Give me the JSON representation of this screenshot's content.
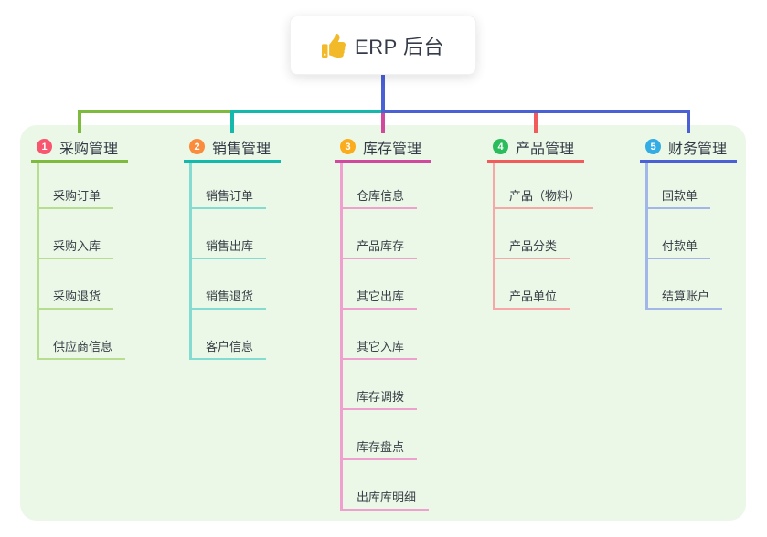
{
  "root": {
    "label": "ERP 后台",
    "icon": "thumbs-up-icon"
  },
  "colors": {
    "page_bg": "#FFFFFF",
    "panel_bg": "#EBF7E7",
    "root_connector": "#4A60D4",
    "root_text": "#353B48",
    "branch_text": "#333A45",
    "child_text": "#3A4148",
    "icon_gold": "#F2B929"
  },
  "branches": [
    {
      "index": "1",
      "label": "采购管理",
      "badge_color": "#F8566F",
      "line_color": "#7EBA3E",
      "child_line_color": "#B7DD90",
      "children": [
        "采购订单",
        "采购入库",
        "采购退货",
        "供应商信息"
      ]
    },
    {
      "index": "2",
      "label": "销售管理",
      "badge_color": "#FA8C3C",
      "line_color": "#14B9AC",
      "child_line_color": "#84DBD2",
      "children": [
        "销售订单",
        "销售出库",
        "销售退货",
        "客户信息"
      ]
    },
    {
      "index": "3",
      "label": "库存管理",
      "badge_color": "#FBAC1C",
      "line_color": "#D1499E",
      "child_line_color": "#F0A0CE",
      "children": [
        "仓库信息",
        "产品库存",
        "其它出库",
        "其它入库",
        "库存调拨",
        "库存盘点",
        "出库库明细"
      ]
    },
    {
      "index": "4",
      "label": "产品管理",
      "badge_color": "#2BBC5C",
      "line_color": "#F25B5B",
      "child_line_color": "#F8A6A6",
      "children": [
        "产品（物料）",
        "产品分类",
        "产品单位"
      ]
    },
    {
      "index": "5",
      "label": "财务管理",
      "badge_color": "#34ACE4",
      "line_color": "#4A60D4",
      "child_line_color": "#A2B6EA",
      "children": [
        "回款单",
        "付款单",
        "结算账户"
      ]
    }
  ]
}
